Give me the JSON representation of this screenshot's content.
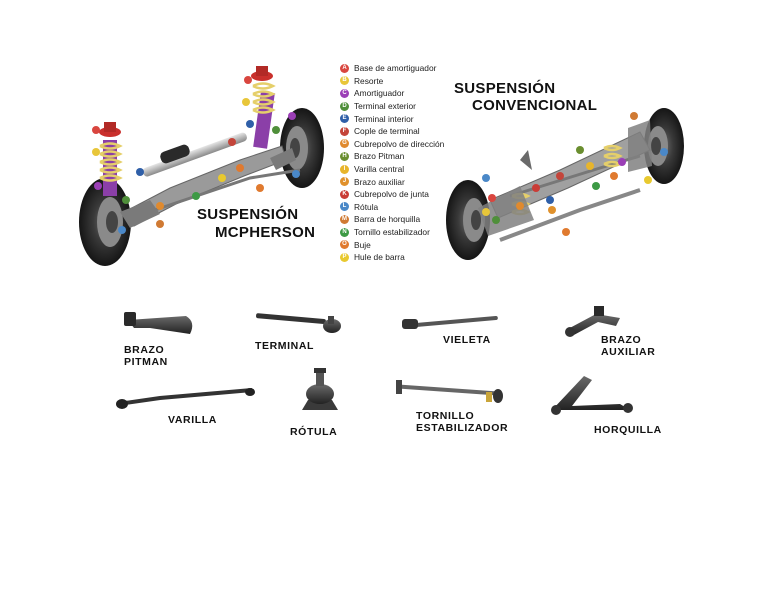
{
  "titles": {
    "mcpherson_line1": "SUSPENSIÓN",
    "mcpherson_line2": "MCPHERSON",
    "convencional_line1": "SUSPENSIÓN",
    "convencional_line2": "CONVENCIONAL"
  },
  "legend": [
    {
      "letter": "A",
      "label": "Base de amortiguador",
      "color": "#d9463f"
    },
    {
      "letter": "B",
      "label": "Resorte",
      "color": "#e8c63a"
    },
    {
      "letter": "C",
      "label": "Amortiguador",
      "color": "#9b3fb6"
    },
    {
      "letter": "D",
      "label": "Terminal exterior",
      "color": "#4f8f3a"
    },
    {
      "letter": "E",
      "label": "Terminal interior",
      "color": "#2f5fa8"
    },
    {
      "letter": "F",
      "label": "Cople de terminal",
      "color": "#c4453a"
    },
    {
      "letter": "G",
      "label": "Cubrepolvo de dirección",
      "color": "#e08a2e"
    },
    {
      "letter": "H",
      "label": "Brazo Pitman",
      "color": "#6a8e2f"
    },
    {
      "letter": "I",
      "label": "Varilla central",
      "color": "#e8b52b"
    },
    {
      "letter": "J",
      "label": "Brazo auxiliar",
      "color": "#e0912c"
    },
    {
      "letter": "K",
      "label": "Cubrepolvo de junta",
      "color": "#c93c36"
    },
    {
      "letter": "L",
      "label": "Rótula",
      "color": "#4a88c8"
    },
    {
      "letter": "M",
      "label": "Barra de horquilla",
      "color": "#d07a33"
    },
    {
      "letter": "N",
      "label": "Tornillo estabilizador",
      "color": "#3d9a45"
    },
    {
      "letter": "O",
      "label": "Buje",
      "color": "#e07a2f"
    },
    {
      "letter": "P",
      "label": "Hule de barra",
      "color": "#e8c92f"
    }
  ],
  "parts": {
    "brazo_pitman_1": "BRAZO",
    "brazo_pitman_2": "PITMAN",
    "terminal": "TERMINAL",
    "vieleta": "VIELETA",
    "brazo_auxiliar_1": "BRAZO",
    "brazo_auxiliar_2": "AUXILIAR",
    "varilla": "VARILLA",
    "rotula": "RÓTULA",
    "tornillo_1": "TORNILLO",
    "tornillo_2": "ESTABILIZADOR",
    "horquilla": "HORQUILLA"
  }
}
